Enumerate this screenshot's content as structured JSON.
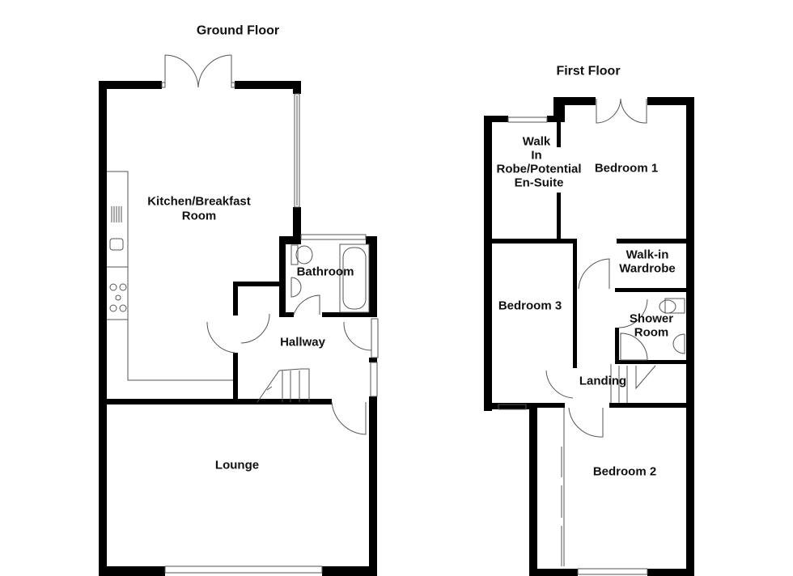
{
  "ground_floor": {
    "title": "Ground Floor",
    "rooms": {
      "kitchen_l1": "Kitchen/Breakfast",
      "kitchen_l2": "Room",
      "bathroom": "Bathroom",
      "hallway": "Hallway",
      "lounge": "Lounge"
    }
  },
  "first_floor": {
    "title": "First Floor",
    "rooms": {
      "walkin_l1": "Walk",
      "walkin_l2": "In",
      "walkin_l3": "Robe/Potential",
      "walkin_l4": "En-Suite",
      "bedroom1": "Bedroom 1",
      "wardrobe_l1": "Walk-in",
      "wardrobe_l2": "Wardrobe",
      "bedroom3": "Bedroom 3",
      "shower_l1": "Shower",
      "shower_l2": "Room",
      "landing": "Landing",
      "bedroom2": "Bedroom 2"
    }
  },
  "colors": {
    "wall": "#000000",
    "fixture": "#555555",
    "background": "#ffffff"
  }
}
